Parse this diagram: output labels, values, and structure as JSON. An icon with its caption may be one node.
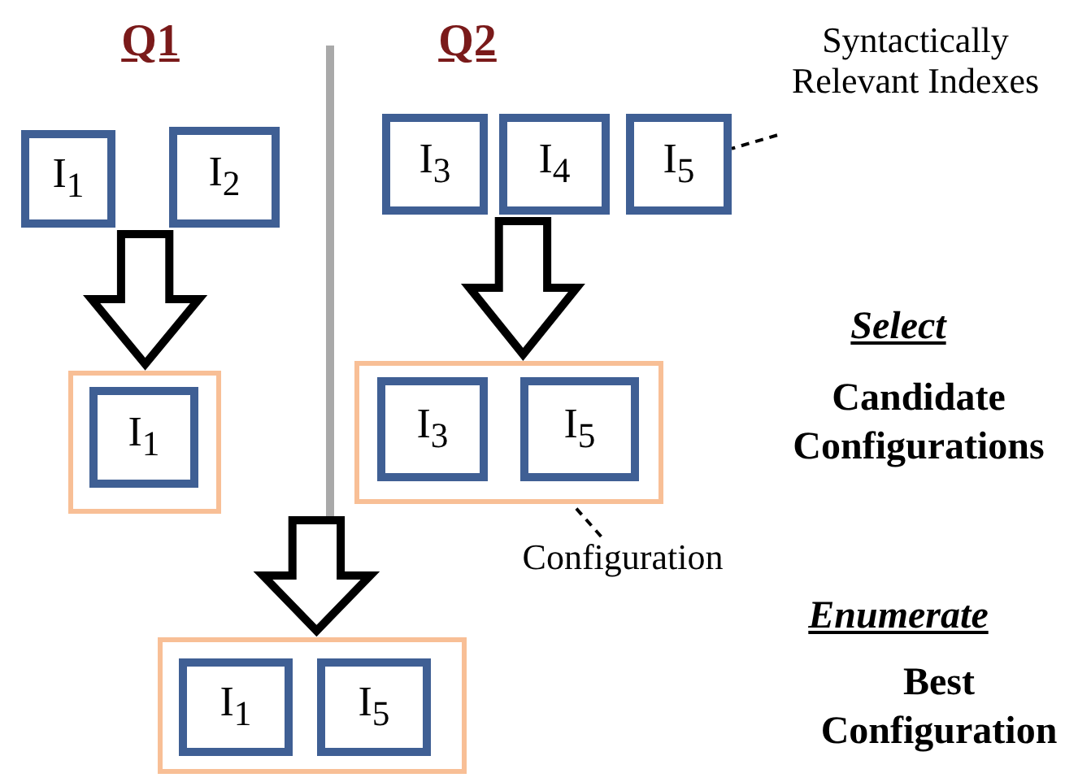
{
  "diagram": {
    "nodes": [
      {
        "text": [
          "I$_{1}$"
        ]
      },
      {
        "text": [
          "I$_{2}$"
        ]
      },
      {
        "text": [
          "I$_{3}$"
        ]
      },
      {
        "text": [
          "I$_{4}$"
        ]
      },
      {
        "text": [
          "I$_{5}$"
        ]
      },
      {
        "text": [],
        "shape": "box"
      },
      {
        "text": [
          "I$_{1}$"
        ],
        "in": 5
      },
      {
        "text": [],
        "shape": "box"
      },
      {
        "text": [
          "I$_{3}$"
        ],
        "in": 7
      },
      {
        "text": [
          "I$_{5}$"
        ],
        "in": 7
      },
      {
        "text": [],
        "shape": "box"
      },
      {
        "text": [
          "I$_{1}$"
        ],
        "in": 10
      },
      {
        "text": [
          "I$_{5}$"
        ],
        "in": 10
      },
      {
        "text": [
          "Syntactically Relevant Indexes"
        ]
      },
      {
        "text": [
          "Configuration"
        ]
      }
    ],
    "edges": [
      {
        "from": 0,
        "to": 5,
        "arrow": "to"
      },
      {
        "from": 1,
        "to": 5,
        "arrow": "to"
      },
      {
        "from": 2,
        "to": 7,
        "arrow": "to"
      },
      {
        "from": 3,
        "to": 7,
        "arrow": "to"
      },
      {
        "from": 4,
        "to": 7,
        "arrow": "to"
      },
      {
        "from": 5,
        "to": 10,
        "arrow": "to"
      },
      {
        "from": 7,
        "to": 10,
        "arrow": "to"
      },
      {
        "from": 13,
        "to": 4,
        "arrow": "none",
        "style": "dashed"
      },
      {
        "from": 14,
        "to": 7,
        "arrow": "none",
        "style": "dashed"
      }
    ],
    "labels": [
      "Q1",
      "Q2",
      "Select",
      "Candidate Configurations",
      "Enumerate",
      "Best Configuration"
    ]
  }
}
